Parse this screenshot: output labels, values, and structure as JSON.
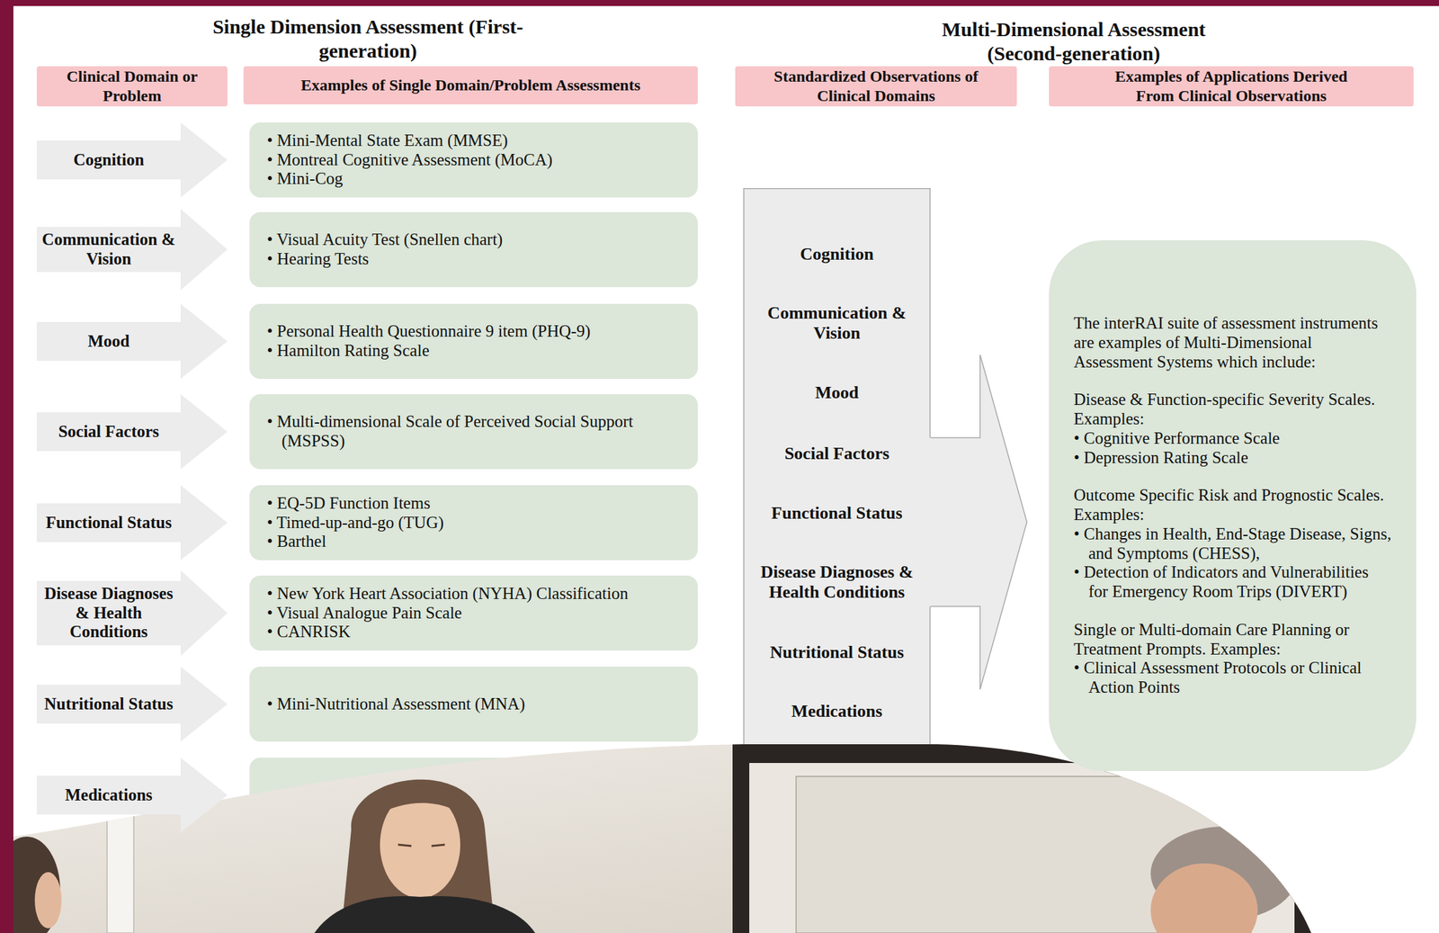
{
  "diagram": {
    "nodes": [
      {
        "text": [
          "Clinical Domain or Problem"
        ]
      },
      {
        "text": [
          "Examples of Single Domain/Problem Assessments"
        ]
      },
      {
        "text": [
          "Standardized Observations of Clinical Domains"
        ]
      },
      {
        "text": [
          "Examples of Applications Derived From Clinical Observations"
        ]
      },
      {
        "text": [
          "Cognition"
        ]
      },
      {
        "text": [
          "• Mini-Mental State Exam (MMSE)",
          "• Montreal Cognitive Assessment (MoCA)",
          "• Mini-Cog"
        ]
      },
      {
        "text": [
          "Communication & Vision"
        ]
      },
      {
        "text": [
          "• Visual Acuity Test (Snellen chart)",
          "• Hearing Tests"
        ]
      },
      {
        "text": [
          "Mood"
        ]
      },
      {
        "text": [
          "• Personal Health Questionnaire 9 item (PHQ-9)",
          "• Hamilton Rating Scale"
        ]
      },
      {
        "text": [
          "Social Factors"
        ]
      },
      {
        "text": [
          "• Multi-dimensional Scale of Perceived Social Support (MSPSS)"
        ]
      },
      {
        "text": [
          "Functional Status"
        ]
      },
      {
        "text": [
          "• EQ-5D Function Items",
          "• Timed-up-and-go (TUG)",
          "• Barthel"
        ]
      },
      {
        "text": [
          "Disease Diagnoses & Health Conditions"
        ]
      },
      {
        "text": [
          "• New York Heart Association (NYHA) Classification",
          "• Visual Analogue Pain Scale",
          "• CANRISK"
        ]
      },
      {
        "text": [
          "Nutritional Status"
        ]
      },
      {
        "text": [
          "• Mini-Nutritional Assessment (MNA)"
        ]
      },
      {
        "text": [
          "Medications"
        ]
      },
      {
        "text": [
          "Cognition",
          "Communication & Vision",
          "Mood",
          "Social Factors",
          "Functional Status",
          "Disease Diagnoses & Health Conditions",
          "Nutritional Status",
          "Medications"
        ]
      },
      {
        "text": [
          "The interRAI suite of assessment instruments are examples of Multi-Dimensional Assessment Systems which include:",
          "Disease & Function-specific Severity Scales. Examples:",
          "• Cognitive Performance Scale",
          "• Depression Rating Scale",
          "Outcome Specific Risk and Prognostic Scales. Examples:",
          "• Changes in Health, End-Stage Disease, Signs, and Symptoms (CHESS),",
          "• Detection of Indicators and Vulnerabilities for Emergency Room Trips (DIVERT)",
          "Single or Multi-domain Care Planning or Treatment Prompts. Examples:",
          "• Clinical Assessment Protocols or Clinical Action Points"
        ]
      }
    ],
    "edges": [
      {
        "from": 19,
        "to": 20,
        "arrow": "to"
      }
    ],
    "labels": [
      "Single Dimension Assessment (First-generation)",
      "Multi-Dimensional Assessment (Second-generation)"
    ]
  }
}
